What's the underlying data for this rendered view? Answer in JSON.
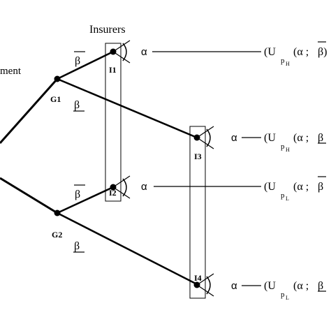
{
  "title": "Insurers",
  "nature_label": "ment",
  "nodes": {
    "g1": "G1",
    "g2": "G2",
    "i1": "I1",
    "i2": "I2",
    "i3": "I3",
    "i4": "I4"
  },
  "branch_labels": {
    "beta_bar": "β",
    "beta_underline": "β"
  },
  "alpha": "α",
  "payoffs": [
    {
      "prefix": "(U",
      "sub": "p",
      "subsub": "H",
      "args": "(α ;",
      "tail": "β)"
    },
    {
      "prefix": "(U",
      "sub": "p",
      "subsub": "H",
      "args": "(α ;",
      "tail": "β"
    },
    {
      "prefix": "(U",
      "sub": "p",
      "subsub": "L",
      "args": "(α ;",
      "tail": "β"
    },
    {
      "prefix": "(U",
      "sub": "p",
      "subsub": "L",
      "args": "(α ;",
      "tail": "β"
    }
  ]
}
